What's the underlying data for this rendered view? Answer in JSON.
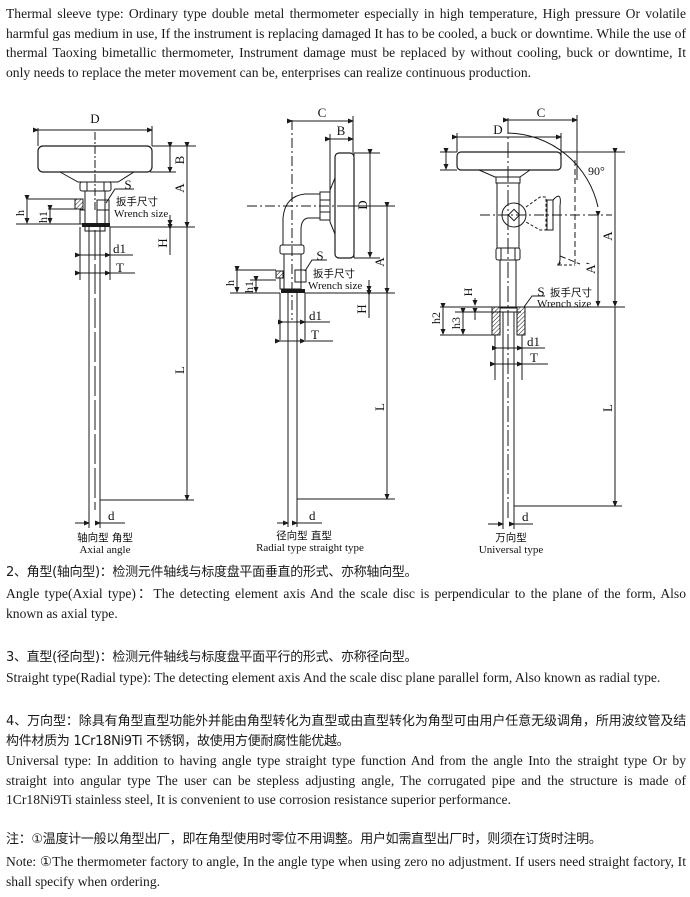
{
  "intro": "Thermal sleeve type: Ordinary type double metal thermometer especially in high temperature, High pressure Or volatile harmful gas medium in use, If the instrument is replacing damaged It has to be cooled, a buck or downtime. While the use of thermal Taoxing bimetallic thermometer, Instrument damage must be replaced by without cooling, buck or downtime, It only needs to replace the meter movement can be, enterprises can realize continuous production.",
  "figure": {
    "common_labels": {
      "wrench_cn": "扳手尺寸",
      "wrench_en": "Wrench size",
      "S": "S",
      "A": "A",
      "B": "B",
      "C": "C",
      "D": "D",
      "H": "H",
      "L": "L",
      "h": "h",
      "h1": "h1",
      "h2": "h2",
      "h3": "h3",
      "d": "d",
      "d1": "d1",
      "T": "T",
      "A_prime": "A'",
      "angle": "90°"
    },
    "diagrams": [
      {
        "caption_cn": "轴向型  角型",
        "caption_en": "Axial angle"
      },
      {
        "caption_cn": "径向型  直型",
        "caption_en": "Radial type straight type"
      },
      {
        "caption_cn": "万向型",
        "caption_en": "Universal type"
      }
    ]
  },
  "sections": [
    {
      "cn": "2、角型(轴向型)：检测元件轴线与标度盘平面垂直的形式、亦称轴向型。",
      "en": "Angle type(Axial type)：The detecting element axis And the scale disc is perpendicular to the plane of the form, Also known as axial type."
    },
    {
      "cn": "3、直型(径向型)：检测元件轴线与标度盘平面平行的形式、亦称径向型。",
      "en": "Straight type(Radial type): The detecting element axis And the scale disc plane parallel form, Also known as radial type."
    },
    {
      "cn": "4、万向型：除具有角型直型功能外并能由角型转化为直型或由直型转化为角型可由用户任意无级调角，所用波纹管及结构件材质为 1Cr18Ni9Ti 不锈钢，故使用方便耐腐性能优越。",
      "en": "Universal type: In addition to having angle type straight type function    And from the angle Into the straight type Or by straight into angular type The user can be stepless adjusting angle, The corrugated pipe and the structure is made of 1Cr18Ni9Ti stainless steel, It is convenient to use corrosion resistance superior performance."
    }
  ],
  "note": {
    "cn": "注：①温度计一般以角型出厂，即在角型使用时零位不用调整。用户如需直型出厂时，则须在订货时注明。",
    "en": "Note: ①The thermometer factory to angle, In the angle type when using zero no adjustment. If users need straight factory, It shall specify when ordering."
  }
}
